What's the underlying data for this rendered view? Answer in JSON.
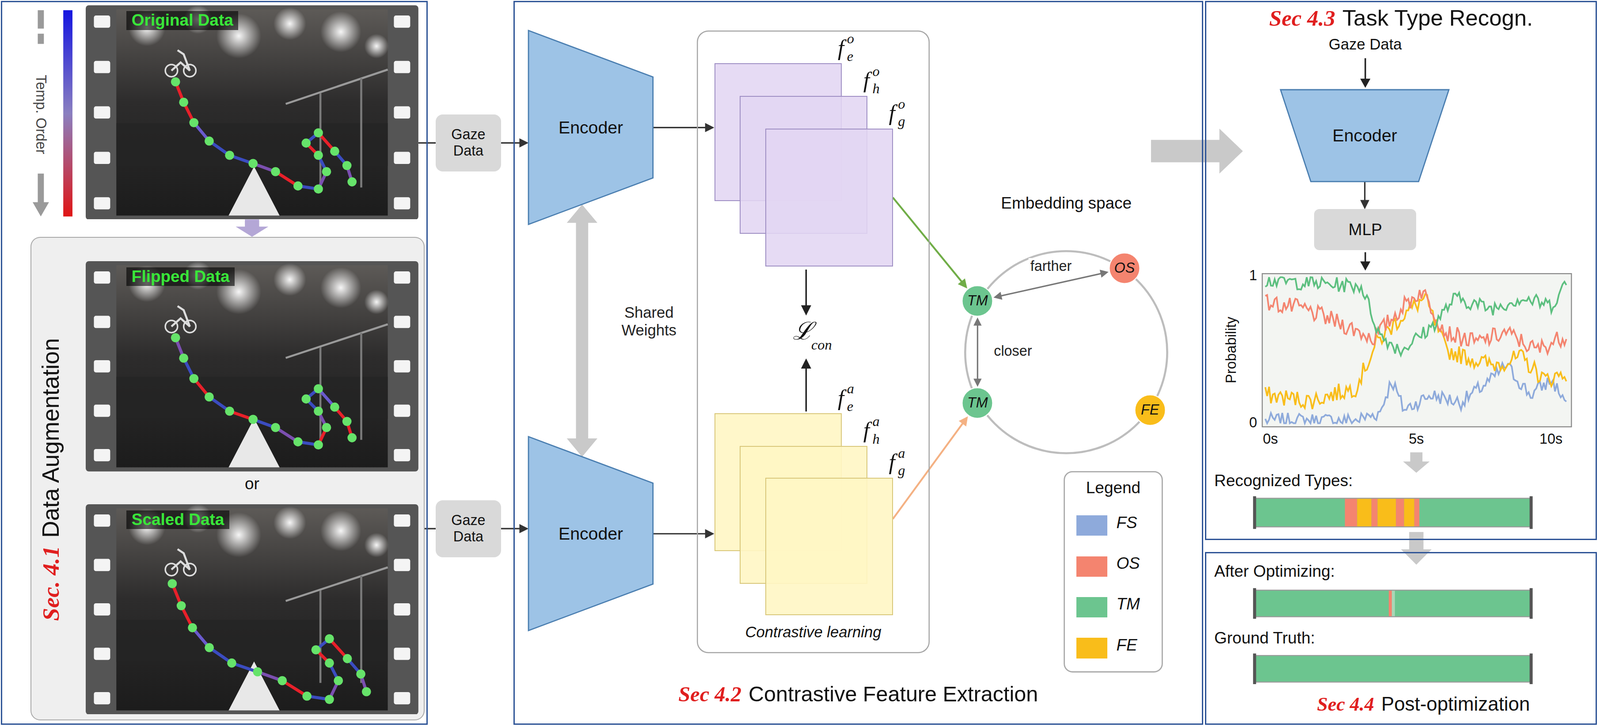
{
  "diagram": {
    "nodes": [
      {
        "text": [
          "Temp. Order"
        ]
      },
      {
        "text": [
          "Original Data"
        ],
        "in": 0
      },
      {
        "text": [
          "Sec. 4.1",
          "Data Augmentation",
          "or"
        ],
        "in": 0
      },
      {
        "text": [
          "Flipped Data"
        ],
        "in": 2
      },
      {
        "text": [
          "Scaled Data"
        ],
        "in": 2
      },
      {
        "text": [
          "Gaze Data"
        ]
      },
      {
        "text": [
          "Gaze Data"
        ]
      },
      {
        "text": [
          "Sec 4.2",
          "Contrastive Feature Extraction"
        ]
      },
      {
        "text": [
          "Encoder"
        ],
        "in": 7
      },
      {
        "text": [
          "Encoder"
        ],
        "in": 7
      },
      {
        "text": [
          "Contrastive learning",
          "ℒ",
          "con"
        ],
        "in": 7
      },
      {
        "text": [
          "f",
          "e",
          "o"
        ],
        "in": 10
      },
      {
        "text": [
          "f",
          "h",
          "o"
        ],
        "in": 10
      },
      {
        "text": [
          "f",
          "g",
          "o"
        ],
        "in": 10
      },
      {
        "text": [
          "f",
          "e",
          "a"
        ],
        "in": 10
      },
      {
        "text": [
          "f",
          "h",
          "a"
        ],
        "in": 10
      },
      {
        "text": [
          "f",
          "g",
          "a"
        ],
        "in": 10
      },
      {
        "text": [
          "Embedding space"
        ],
        "in": 7
      },
      {
        "text": [
          "TM"
        ],
        "in": 17
      },
      {
        "text": [
          "OS"
        ],
        "in": 17
      },
      {
        "text": [
          "TM"
        ],
        "in": 17
      },
      {
        "text": [
          "FE"
        ],
        "in": 17
      },
      {
        "text": [
          "Sec 4.3",
          "Task Type Recogn.",
          "Gaze Data",
          "Recognized Types:"
        ]
      },
      {
        "text": [
          "Encoder"
        ],
        "in": 22
      },
      {
        "text": [
          "MLP"
        ],
        "in": 22
      },
      {
        "text": [
          "After Optimizing:",
          "Ground Truth:",
          "Sec 4.4",
          "Post-optimization"
        ]
      }
    ],
    "edges": [
      {
        "from": 1,
        "to": 5,
        "arrow": "none"
      },
      {
        "from": 5,
        "to": 8,
        "arrow": "to"
      },
      {
        "from": 1,
        "to": 2,
        "arrow": "to"
      },
      {
        "from": 2,
        "to": 6,
        "arrow": "none"
      },
      {
        "from": 6,
        "to": 9,
        "arrow": "to"
      },
      {
        "from": 8,
        "to": 9,
        "label": "Shared Weights",
        "arrow": "both"
      },
      {
        "from": 8,
        "to": 11,
        "arrow": "to"
      },
      {
        "from": 9,
        "to": 14,
        "arrow": "to"
      },
      {
        "from": 13,
        "to": 18,
        "arrow": "to"
      },
      {
        "from": 16,
        "to": 20,
        "arrow": "to"
      },
      {
        "from": 18,
        "to": 19,
        "label": "farther",
        "arrow": "both"
      },
      {
        "from": 18,
        "to": 20,
        "label": "closer",
        "arrow": "both"
      },
      {
        "from": 23,
        "to": 24,
        "arrow": "to"
      }
    ],
    "labels": [
      "Legend",
      "Probability",
      "1",
      "0",
      "0s",
      "5s",
      "10s"
    ],
    "legend": [
      {
        "text": "FS",
        "color": "#8eaadb"
      },
      {
        "text": "OS",
        "color": "#f4846f"
      },
      {
        "text": "TM",
        "color": "#6cc58f"
      },
      {
        "text": "FE",
        "color": "#f9bd1a"
      }
    ]
  }
}
